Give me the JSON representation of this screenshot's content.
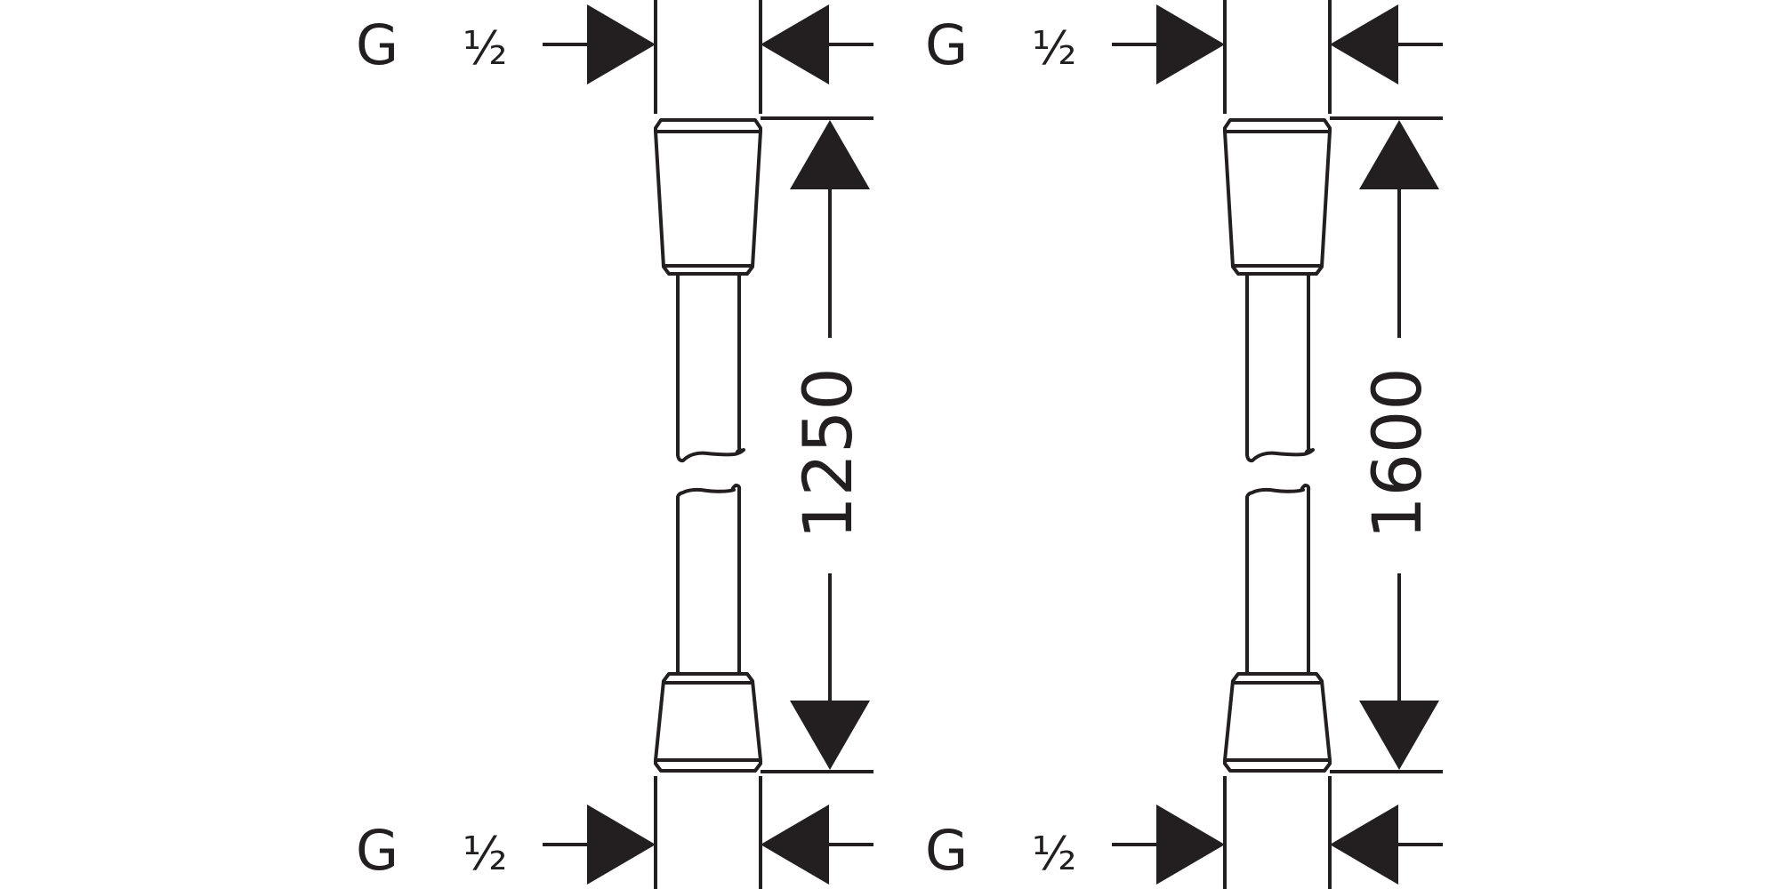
{
  "hoses": [
    {
      "top_thread": {
        "letter": "G",
        "size": "½"
      },
      "bottom_thread": {
        "letter": "G",
        "size": "½"
      },
      "length": "1250"
    },
    {
      "top_thread": {
        "letter": "G",
        "size": "½"
      },
      "bottom_thread": {
        "letter": "G",
        "size": "½"
      },
      "length": "1600"
    }
  ],
  "colors": {
    "ink": "#231f20",
    "background": "#ffffff"
  }
}
